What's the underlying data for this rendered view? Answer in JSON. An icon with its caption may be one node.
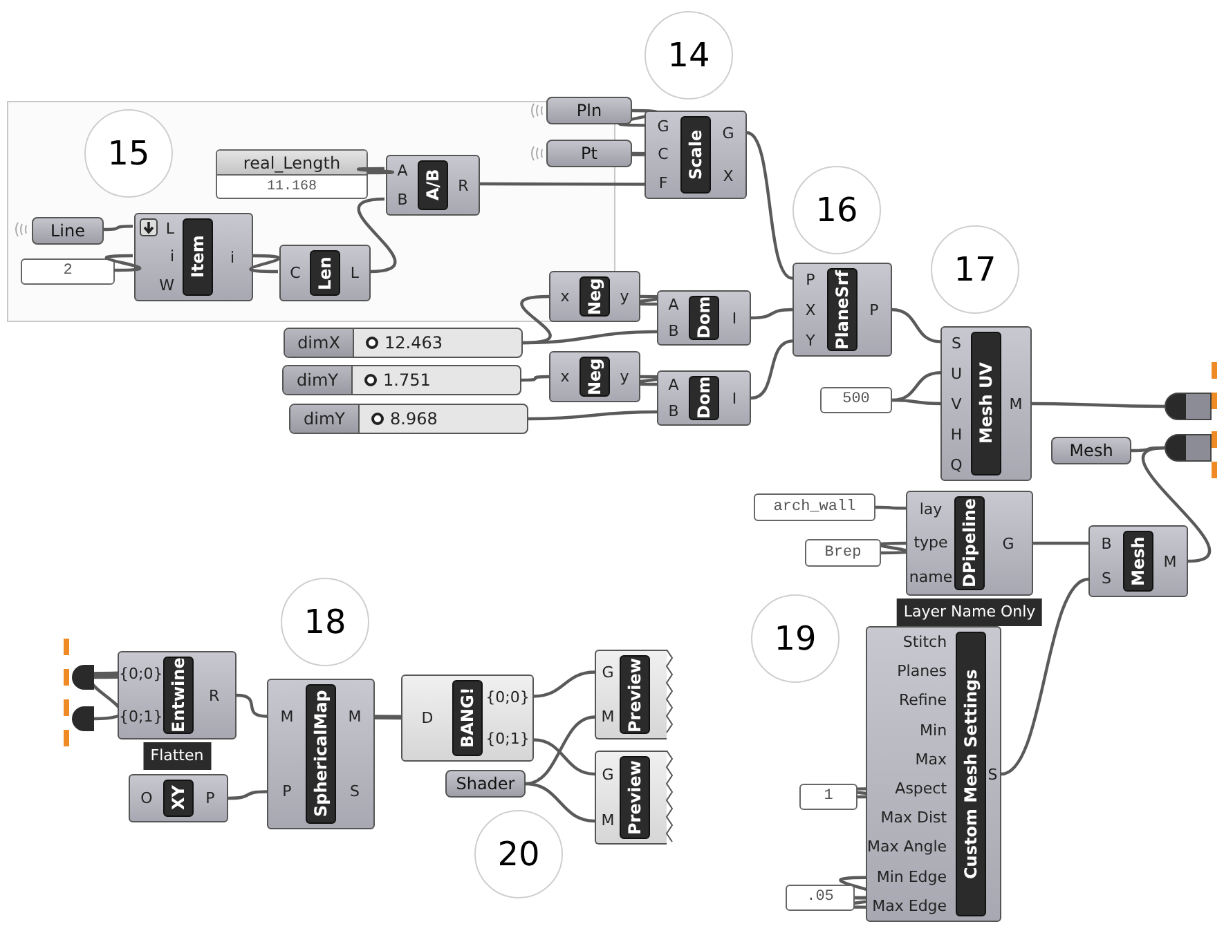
{
  "diagram": {
    "nodes": [
      {
        "text": [],
        "shape": "box"
      },
      {
        "text": [
          "14"
        ]
      },
      {
        "text": [
          "15"
        ],
        "in": 0
      },
      {
        "text": [
          "Pln"
        ]
      },
      {
        "text": [
          "Pt"
        ]
      },
      {
        "text": [
          "real_Length",
          "11.168"
        ],
        "in": 0
      },
      {
        "text": [
          "A",
          "B",
          "A/B",
          "R"
        ],
        "in": 0
      },
      {
        "text": [
          "G",
          "C",
          "F",
          "Scale",
          "G",
          "X"
        ]
      },
      {
        "text": [
          "Line"
        ],
        "in": 0
      },
      {
        "text": [
          "L",
          "i",
          "W",
          "Item",
          "i"
        ],
        "in": 0
      },
      {
        "text": [
          "2"
        ],
        "in": 0
      },
      {
        "text": [
          "C",
          "Len",
          "L"
        ],
        "in": 0
      },
      {
        "text": [
          "16"
        ]
      },
      {
        "text": [
          "17"
        ]
      },
      {
        "text": [
          "x",
          "Neg",
          "y"
        ]
      },
      {
        "text": [
          "A",
          "B",
          "Dom",
          "I"
        ]
      },
      {
        "text": [
          "P",
          "X",
          "Y",
          "PlaneSrf",
          "P"
        ]
      },
      {
        "text": [
          "dimX",
          "12.463"
        ]
      },
      {
        "text": [
          "x",
          "Neg",
          "y"
        ]
      },
      {
        "text": [
          "dimY",
          "1.751"
        ]
      },
      {
        "text": [
          "A",
          "B",
          "Dom",
          "I"
        ]
      },
      {
        "text": [
          "dimY",
          "8.968"
        ]
      },
      {
        "text": [
          "S",
          "U",
          "V",
          "H",
          "Q",
          "Mesh UV",
          "M"
        ]
      },
      {
        "text": [
          "500"
        ]
      },
      {
        "text": [],
        "shape": "box"
      },
      {
        "text": [
          "Mesh"
        ]
      },
      {
        "text": [],
        "shape": "box"
      },
      {
        "text": [
          "arch_wall"
        ]
      },
      {
        "text": [
          "Brep"
        ]
      },
      {
        "text": [
          "lay",
          "type",
          "name",
          "DPipeline",
          "G",
          "Layer Name Only"
        ]
      },
      {
        "text": [
          "B",
          "S",
          "Mesh",
          "M"
        ]
      },
      {
        "text": [
          "18"
        ]
      },
      {
        "text": [
          "19"
        ]
      },
      {
        "text": [],
        "shape": "box"
      },
      {
        "text": [],
        "shape": "box"
      },
      {
        "text": [
          "{0;0}",
          "{0;1}",
          "Entwine",
          "R",
          "Flatten"
        ]
      },
      {
        "text": [
          "M",
          "P",
          "SphericalMap",
          "M",
          "S"
        ]
      },
      {
        "text": [
          "D",
          "BANG!",
          "{0;0}",
          "{0;1}"
        ]
      },
      {
        "text": [
          "G",
          "M",
          "Preview"
        ]
      },
      {
        "text": [
          "G",
          "M",
          "Preview"
        ]
      },
      {
        "text": [
          "Stitch",
          "Planes",
          "Refine",
          "Min",
          "Max",
          "Aspect",
          "Max Dist",
          "Max Angle",
          "Min Edge",
          "Max Edge",
          "Custom Mesh Settings",
          "S"
        ]
      },
      {
        "text": [
          "1"
        ]
      },
      {
        "text": [
          "Shader"
        ]
      },
      {
        "text": [
          "O",
          "XY",
          "P"
        ]
      },
      {
        "text": [
          ".05"
        ]
      },
      {
        "text": [
          "20"
        ]
      }
    ],
    "edges": [
      {
        "from": 8,
        "to": 9,
        "arrow": "none"
      },
      {
        "from": 10,
        "to": 9,
        "arrow": "none"
      },
      {
        "from": 9,
        "to": 11,
        "arrow": "none"
      },
      {
        "from": 5,
        "to": 6,
        "arrow": "none"
      },
      {
        "from": 11,
        "to": 6,
        "arrow": "none"
      },
      {
        "from": 3,
        "to": 7,
        "arrow": "none"
      },
      {
        "from": 4,
        "to": 7,
        "arrow": "none"
      },
      {
        "from": 6,
        "to": 7,
        "arrow": "none"
      },
      {
        "from": 7,
        "to": 16,
        "arrow": "none"
      },
      {
        "from": 17,
        "to": 14,
        "arrow": "none"
      },
      {
        "from": 17,
        "to": 15,
        "arrow": "none"
      },
      {
        "from": 14,
        "to": 15,
        "arrow": "none"
      },
      {
        "from": 15,
        "to": 16,
        "arrow": "none"
      },
      {
        "from": 19,
        "to": 18,
        "arrow": "none"
      },
      {
        "from": 18,
        "to": 20,
        "arrow": "none"
      },
      {
        "from": 21,
        "to": 20,
        "arrow": "none"
      },
      {
        "from": 20,
        "to": 16,
        "arrow": "none"
      },
      {
        "from": 16,
        "to": 22,
        "arrow": "none"
      },
      {
        "from": 23,
        "to": 22,
        "arrow": "none"
      },
      {
        "from": 23,
        "to": 22,
        "arrow": "none"
      },
      {
        "from": 22,
        "to": 24,
        "arrow": "none"
      },
      {
        "from": 25,
        "to": 26,
        "arrow": "none"
      },
      {
        "from": 30,
        "to": 26,
        "arrow": "none"
      },
      {
        "from": 27,
        "to": 29,
        "arrow": "none"
      },
      {
        "from": 28,
        "to": 29,
        "arrow": "none"
      },
      {
        "from": 29,
        "to": 30,
        "arrow": "none"
      },
      {
        "from": 40,
        "to": 30,
        "arrow": "none"
      },
      {
        "from": 41,
        "to": 40,
        "arrow": "none"
      },
      {
        "from": 44,
        "to": 40,
        "arrow": "none"
      },
      {
        "from": 44,
        "to": 40,
        "arrow": "none"
      },
      {
        "from": 33,
        "to": 35,
        "arrow": "none"
      },
      {
        "from": 34,
        "to": 35,
        "arrow": "none"
      },
      {
        "from": 35,
        "to": 36,
        "arrow": "none"
      },
      {
        "from": 43,
        "to": 36,
        "arrow": "none"
      },
      {
        "from": 36,
        "to": 37,
        "arrow": "none"
      },
      {
        "from": 37,
        "to": 38,
        "arrow": "none"
      },
      {
        "from": 37,
        "to": 39,
        "arrow": "none"
      },
      {
        "from": 42,
        "to": 38,
        "arrow": "none"
      },
      {
        "from": 42,
        "to": 39,
        "arrow": "none"
      }
    ]
  }
}
